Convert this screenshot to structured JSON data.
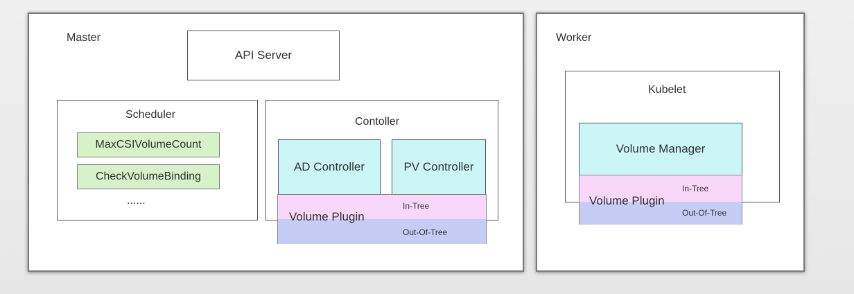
{
  "master": {
    "title": "Master",
    "api_server": "API Server",
    "scheduler": {
      "title": "Scheduler",
      "plugins": [
        "MaxCSIVolumeCount",
        "CheckVolumeBinding"
      ],
      "more": "......"
    },
    "controller": {
      "title": "Contoller",
      "ad_controller": "AD Controller",
      "pv_controller": "PV Controller",
      "volume_plugin": "Volume Plugin",
      "in_tree": "In-Tree",
      "out_of_tree": "Out-Of-Tree"
    }
  },
  "worker": {
    "title": "Worker",
    "kubelet": "Kubelet",
    "volume_manager": "Volume Manager",
    "volume_plugin": "Volume Plugin",
    "in_tree": "In-Tree",
    "out_of_tree": "Out-Of-Tree"
  },
  "colors": {
    "green": "#d7f2c8",
    "cyan": "#ccf6f6",
    "pink": "#f9d7fb",
    "blue": "#c5cdf4"
  }
}
